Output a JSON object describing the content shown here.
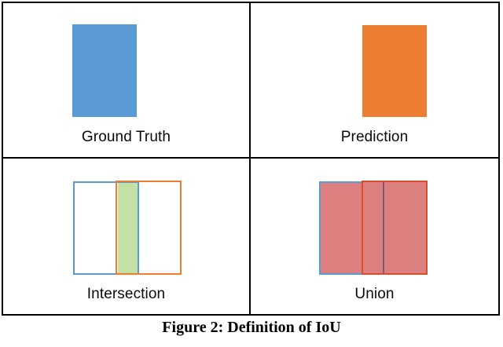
{
  "figure": {
    "caption": "Figure 2: Definition of IoU",
    "panels": [
      {
        "id": "ground-truth",
        "label": "Ground Truth",
        "position": "top-left",
        "shapes": [
          {
            "name": "ground-truth-box",
            "style": "filled",
            "fill": "#5B9BD5",
            "stroke": "none"
          }
        ]
      },
      {
        "id": "prediction",
        "label": "Prediction",
        "position": "top-right",
        "shapes": [
          {
            "name": "prediction-box",
            "style": "filled",
            "fill": "#ED7D31",
            "stroke": "none"
          }
        ]
      },
      {
        "id": "intersection",
        "label": "Intersection",
        "position": "bottom-left",
        "shapes": [
          {
            "name": "ground-truth-box",
            "style": "outline",
            "fill": "none",
            "stroke": "#5B9BD5"
          },
          {
            "name": "prediction-box",
            "style": "outline",
            "fill": "none",
            "stroke": "#ED7D31"
          },
          {
            "name": "overlap-region",
            "style": "filled",
            "fill": "#C5E0A5",
            "stroke": "none"
          }
        ]
      },
      {
        "id": "union",
        "label": "Union",
        "position": "bottom-right",
        "shapes": [
          {
            "name": "ground-truth-box",
            "style": "filled-outline",
            "fill": "#DD7F7F",
            "stroke": "#5B9BD5"
          },
          {
            "name": "prediction-box",
            "style": "filled-outline",
            "fill": "#DD7F7F",
            "stroke": "#D94F2B"
          },
          {
            "name": "seam-line",
            "style": "line",
            "fill": "none",
            "stroke": "#7B5A7A"
          }
        ]
      }
    ]
  },
  "colors": {
    "ground_truth_blue": "#5B9BD5",
    "prediction_orange": "#ED7D31",
    "intersection_green": "#C5E0A5",
    "union_salmon": "#DD7F7F",
    "border_black": "#000000",
    "text_black": "#0A0A0A"
  }
}
